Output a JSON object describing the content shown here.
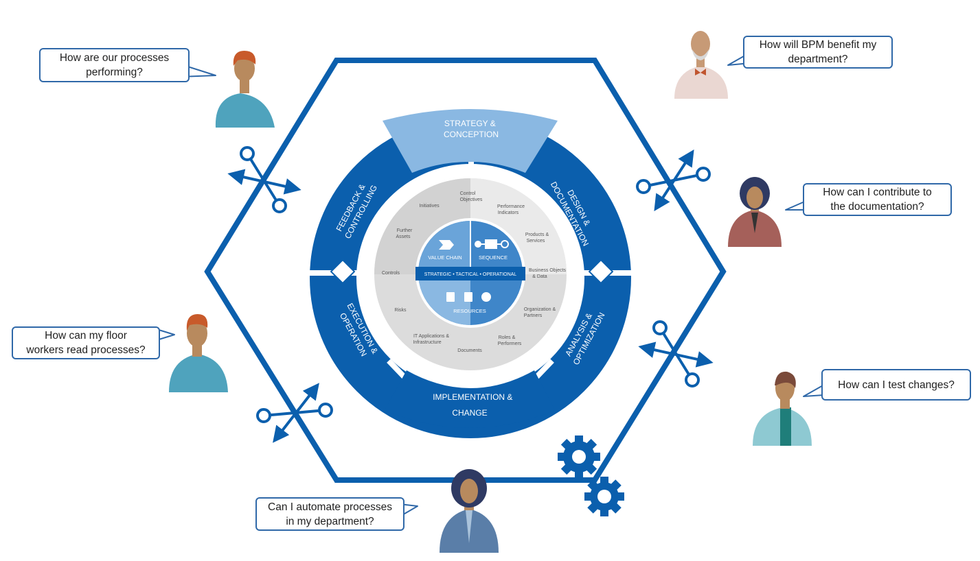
{
  "cycle": {
    "phases": {
      "strategy": [
        "STRATEGY &",
        "CONCEPTION"
      ],
      "design": [
        "DESIGN &",
        "DOCUMENTATION"
      ],
      "analysis": [
        "ANALYSIS &",
        "OPTIMIZATION"
      ],
      "implementation": [
        "IMPLEMENTATION &",
        "CHANGE"
      ],
      "execution": [
        "EXECUTION &",
        "OPERATION"
      ],
      "feedback": [
        "FEEDBACK &",
        "CONTROLLING"
      ]
    },
    "ring_items": {
      "control_objectives": [
        "Control",
        "Objectives"
      ],
      "performance_indicators": [
        "Performance",
        "Indicators"
      ],
      "products_services": [
        "Products &",
        "Services"
      ],
      "business_objects": [
        "Business Objects",
        "& Data"
      ],
      "organization_partners": [
        "Organization &",
        "Partners"
      ],
      "roles_performers": [
        "Roles &",
        "Performers"
      ],
      "documents": [
        "Documents"
      ],
      "it_applications": [
        "IT Applications &",
        "Infrastructure"
      ],
      "risks": [
        "Risks"
      ],
      "controls": [
        "Controls"
      ],
      "further_assets": [
        "Further",
        "Assets"
      ],
      "initiatives": [
        "Initiatives"
      ]
    },
    "core": {
      "value_chain": "VALUE CHAIN",
      "sequence": "SEQUENCE",
      "levels": "STRATEGIC • TACTICAL • OPERATIONAL",
      "resources": "RESOURCES"
    }
  },
  "questions": {
    "q1": [
      "How are our processes",
      "performing?"
    ],
    "q2": [
      "How will BPM benefit my",
      "department?"
    ],
    "q3": [
      "How can I contribute to",
      "the documentation?"
    ],
    "q4": [
      "How can my floor",
      "workers read processes?"
    ],
    "q5": [
      "How can I test changes?"
    ],
    "q6": [
      "Can I automate processes",
      "in my department?"
    ]
  },
  "colors": {
    "primary_blue": "#0b5fad",
    "strategy_light_blue": "#8ab8e2",
    "ring_grey": "#dcdcdc",
    "core_blue": "#3f86c9",
    "bubble_border": "#2f68a8"
  }
}
